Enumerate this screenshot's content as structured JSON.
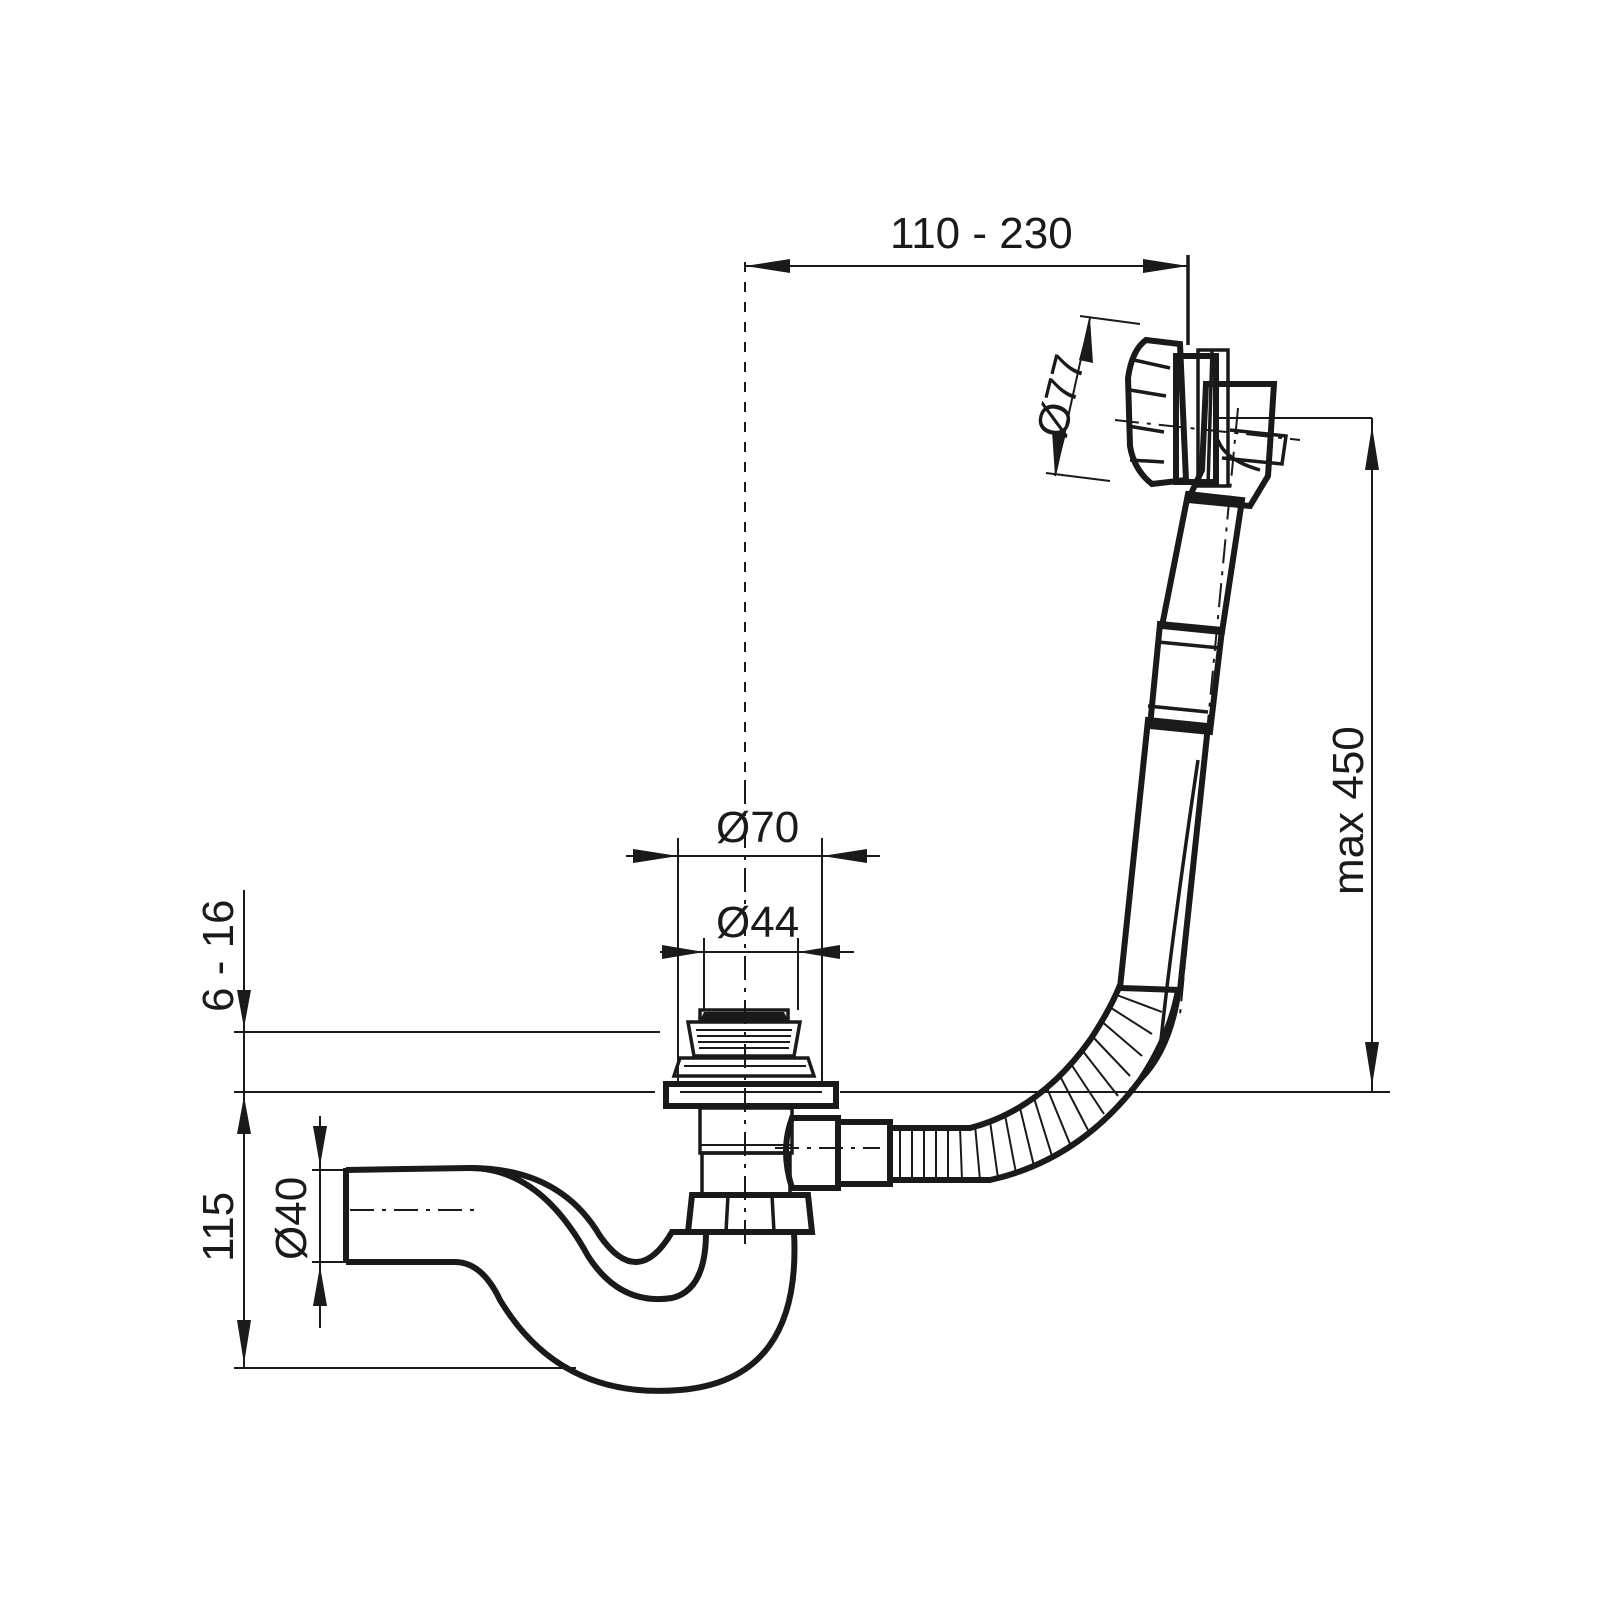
{
  "dimensions": {
    "overflow_offset": "110 - 230",
    "overflow_diameter": "Ø77",
    "max_height": "max 450",
    "waste_outer_diameter": "Ø70",
    "waste_inner_diameter": "Ø44",
    "flange_thickness": "6 - 16",
    "trap_depth": "115",
    "outlet_diameter": "Ø40"
  }
}
